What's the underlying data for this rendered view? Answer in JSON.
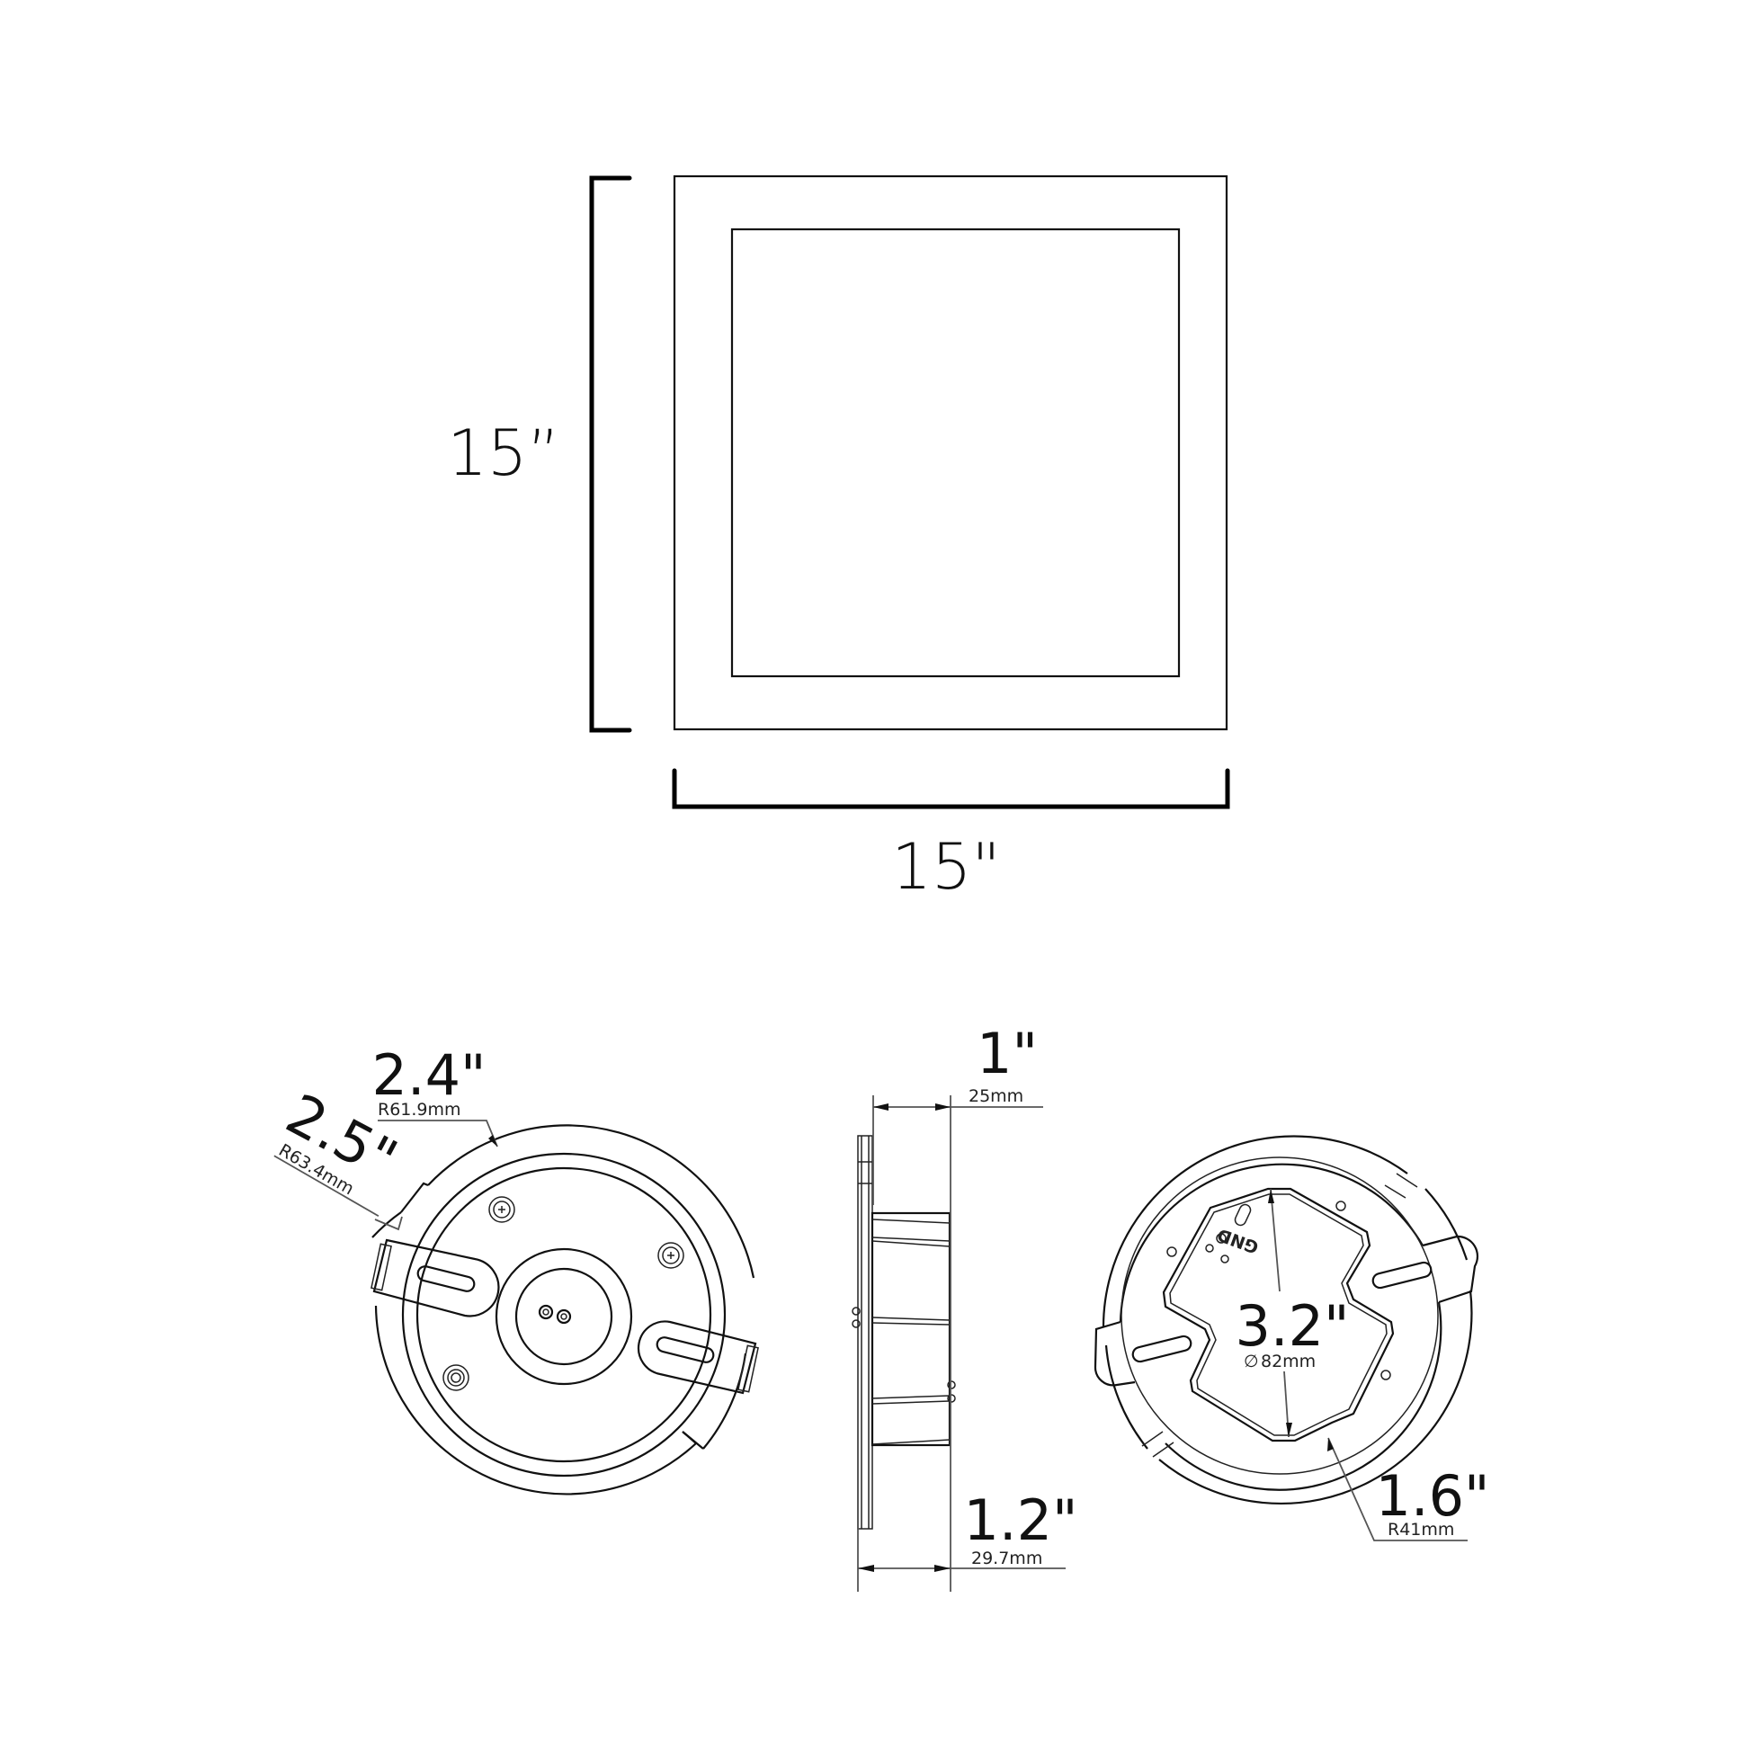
{
  "drawing": {
    "front_view": {
      "height_label": "15”",
      "width_label": "15\""
    },
    "mounting_plate_back": {
      "radius_small": {
        "inches": "2.4\"",
        "mm": "R61.9mm"
      },
      "radius_large": {
        "inches": "2.5\"",
        "mm": "R63.4mm"
      }
    },
    "side_view": {
      "depth_box": {
        "inches": "1\"",
        "mm": "25mm"
      },
      "depth_total": {
        "inches": "1.2\"",
        "mm": "29.7mm"
      }
    },
    "mounting_plate_front": {
      "opening_diameter": {
        "inches": "3.2\"",
        "mm": "82mm",
        "symbol": "∅"
      },
      "opening_radius": {
        "inches": "1.6\"",
        "mm": "R41mm"
      },
      "ground_label": "GND"
    }
  }
}
